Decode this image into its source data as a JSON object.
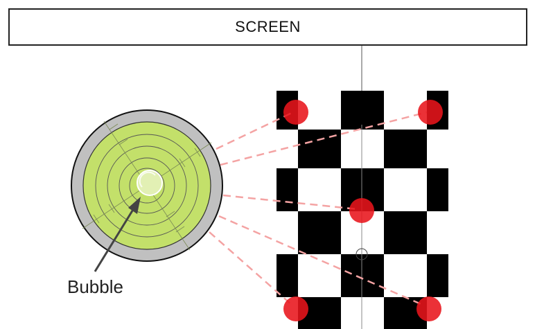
{
  "screen": {
    "label": "SCREEN"
  },
  "bubble_label": "Bubble",
  "colors": {
    "level_fill": "#c3e06a",
    "level_ring": "#bfbfbf",
    "marker": "#e8141b",
    "guide_line": "#f4a3a3",
    "checker_dark": "#000000",
    "checker_light": "#ffffff"
  },
  "markers": [
    "top-left",
    "top-right",
    "center",
    "bottom-left",
    "bottom-right"
  ]
}
